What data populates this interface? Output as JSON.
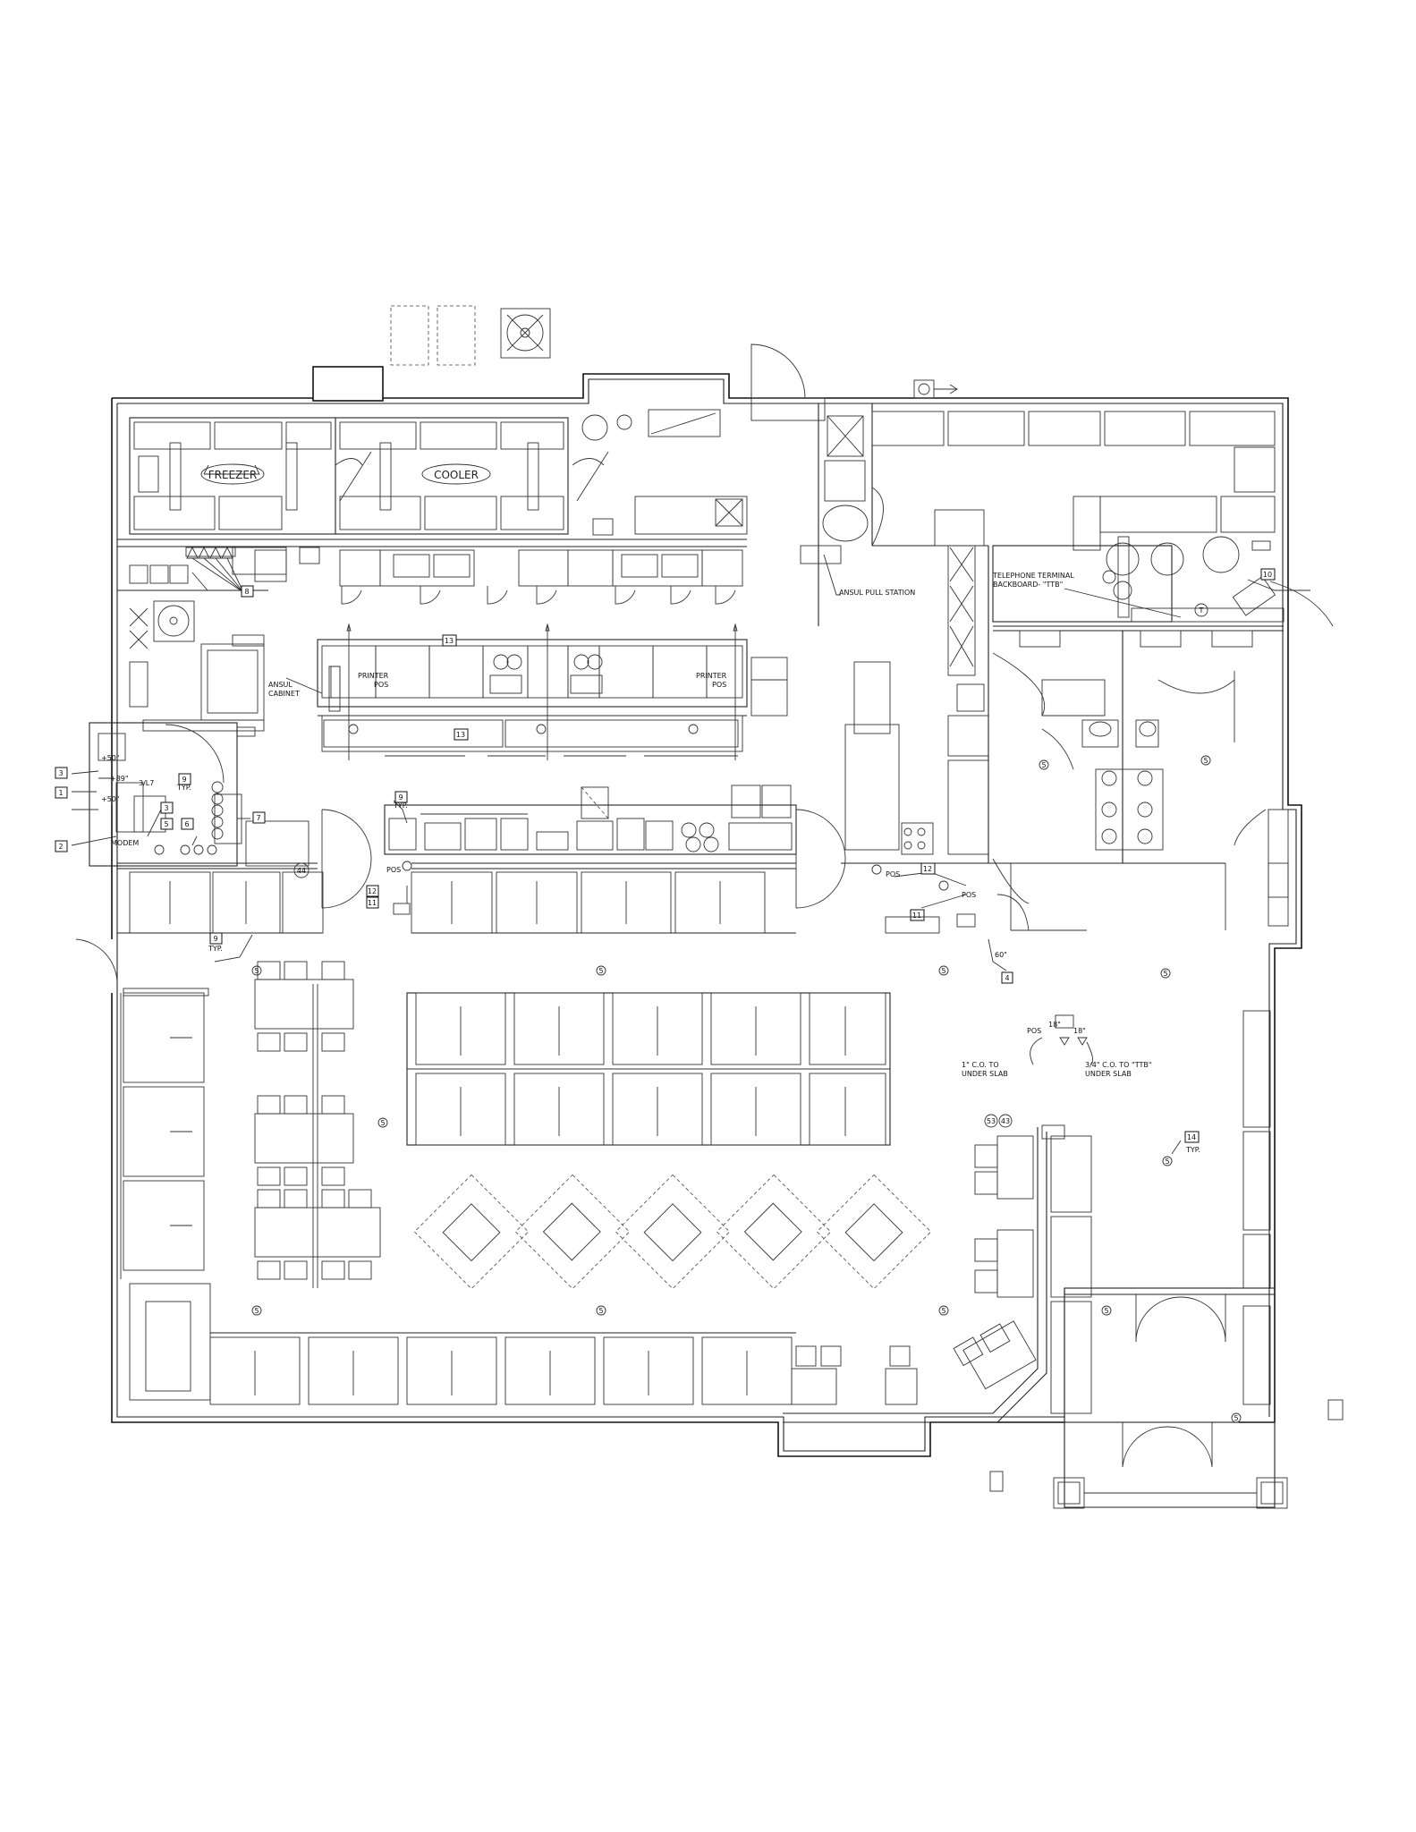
{
  "rooms": {
    "freezer": "FREEZER",
    "cooler": "COOLER"
  },
  "labels": {
    "ansul_pull_station": "ANSUL PULL STATION",
    "telephone_line1": "TELEPHONE TERMINAL",
    "telephone_line2": "BACKBOARD- \"TTB\"",
    "ansul_cabinet_line1": "ANSUL",
    "ansul_cabinet_line2": "CABINET",
    "printer_pos_left_line1": "PRINTER",
    "printer_pos_left_line2": "POS",
    "printer_pos_right_line1": "PRINTER",
    "printer_pos_right_line2": "POS",
    "modem": "MODEM",
    "pos_1": "POS",
    "pos_2": "POS",
    "pos_3": "POS",
    "pos_4": "POS",
    "co1_line1": "1\" C.O. TO",
    "co1_line2": "UNDER SLAB",
    "co2_line1": "3/4\" C.O. TO \"TTB\"",
    "co2_line2": "UNDER SLAB",
    "typ_1": "TYP.",
    "typ_2": "TYP.",
    "typ_3": "TYP.",
    "typ_4": "TYP.",
    "dim_50a": "+50\"",
    "dim_50b": "+50\"",
    "dim_89": "+89\"",
    "dim_60": "60\"",
    "dim_18a": "18\"",
    "dim_18b": "18\"",
    "ref_3l7": "3/L7",
    "tag_44": "44",
    "tag_53": "53",
    "tag_43": "43",
    "tag_t": "T",
    "outlet_symbol": "5"
  },
  "tags": [
    "1",
    "2",
    "3",
    "3",
    "4",
    "5",
    "6",
    "7",
    "8",
    "9",
    "9",
    "9",
    "10",
    "11",
    "11",
    "12",
    "12",
    "13",
    "13",
    "14"
  ]
}
